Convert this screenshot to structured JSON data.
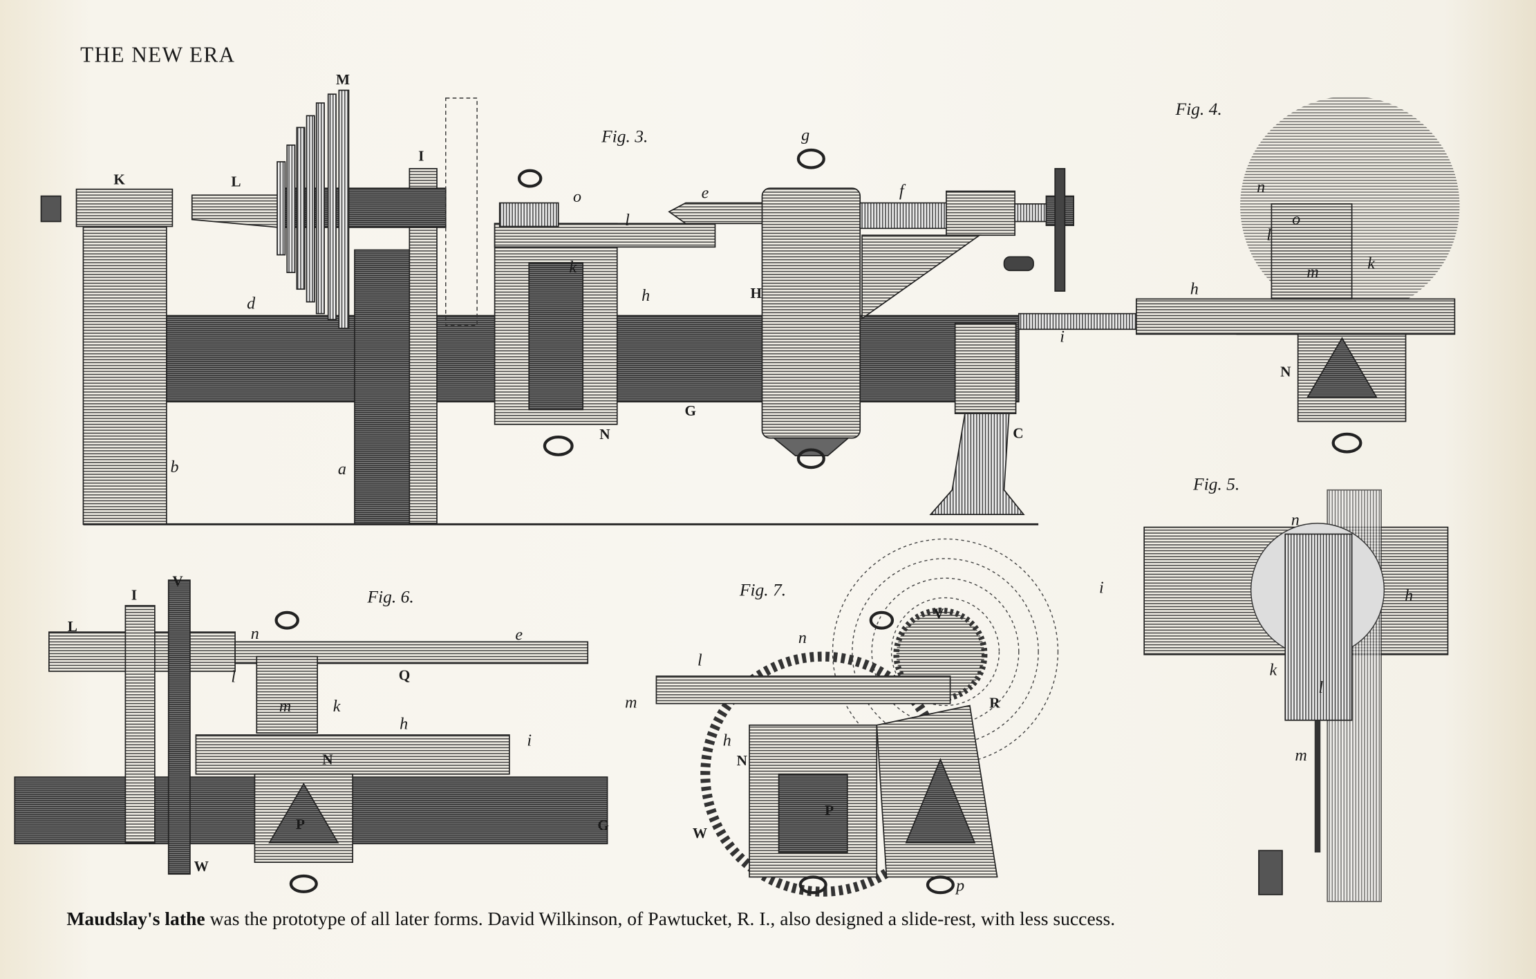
{
  "header": {
    "title": "THE NEW ERA"
  },
  "fig3": {
    "title": "Fig. 3.",
    "labels": [
      "M",
      "K",
      "L",
      "I",
      "o",
      "l",
      "e",
      "g",
      "f",
      "k",
      "h",
      "d",
      "H",
      "G",
      "N",
      "b",
      "a",
      "C",
      "i"
    ]
  },
  "fig4": {
    "title": "Fig. 4.",
    "labels": [
      "n",
      "o",
      "l",
      "m",
      "k",
      "h",
      "N"
    ]
  },
  "fig5": {
    "title": "Fig. 5.",
    "labels": [
      "n",
      "i",
      "h",
      "l",
      "k",
      "m"
    ]
  },
  "fig6": {
    "title": "Fig. 6.",
    "labels": [
      "I",
      "V",
      "L",
      "n",
      "e",
      "l",
      "Q",
      "m",
      "k",
      "h",
      "N",
      "i",
      "P",
      "G",
      "W"
    ]
  },
  "fig7": {
    "title": "Fig. 7.",
    "labels": [
      "V",
      "n",
      "l",
      "m",
      "R",
      "h",
      "N",
      "P",
      "W",
      "p"
    ]
  },
  "caption": {
    "bold": "Maudslay's lathe",
    "text": " was the prototype of all later forms. David Wilkinson, of Pawtucket, R. I., also designed a slide-rest, with less success."
  }
}
